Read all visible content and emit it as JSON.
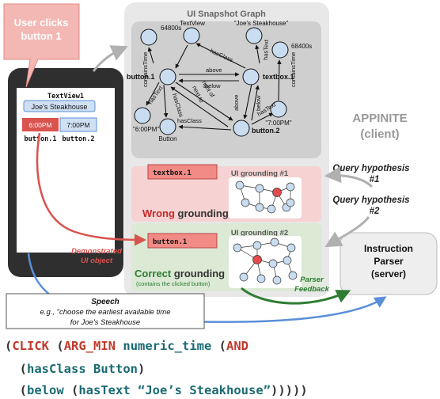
{
  "callout": {
    "line1": "User clicks",
    "line2": "button 1"
  },
  "phone": {
    "textview": "TextView1",
    "restaurant": "Joe's Steakhouse",
    "btn1": "6:00PM",
    "btn2": "7:00PM",
    "label1": "button.1",
    "label2": "button.2"
  },
  "graph": {
    "title": "UI Snapshot Graph",
    "nodes": {
      "n64800": "64800s",
      "textview": "TextView",
      "joes": "\"Joe's Steakhouse\"",
      "n68400": "68400s",
      "button1": "button.1",
      "textbox1": "textbox.1",
      "button2": "button.2",
      "t600": "\"6:00PM\"",
      "t700": "\"7:00PM\"",
      "buttonType": "Button"
    },
    "edges": {
      "containsTime1": "containsTime",
      "containsTime2": "containsTime",
      "hasClass1": "hasClass",
      "hasText1": "hasText",
      "above1": "above",
      "below1": "below",
      "hasText2": "hasText",
      "hasClass2": "hasClass",
      "rightOf": "right of",
      "nextTo": "next to",
      "hasClass3": "hasClass",
      "above2": "above",
      "below2": "below",
      "hasText3": "hasText"
    }
  },
  "appinite": {
    "line1": "APPINITE",
    "line2": "(client)"
  },
  "grounding1": {
    "title": "UI grounding #1",
    "element": "textbox.1",
    "verdict_word": "Wrong",
    "verdict_rest": " grounding"
  },
  "grounding2": {
    "title": "UI grounding #2",
    "element": "button.1",
    "verdict_word": "Correct",
    "verdict_rest": " grounding",
    "note": "(contains the clicked button)"
  },
  "query1": {
    "line1": "Query hypothesis",
    "line2": "#1"
  },
  "query2": {
    "line1": "Query hypothesis",
    "line2": "#2"
  },
  "parser": {
    "line1": "Instruction",
    "line2": "Parser",
    "line3": "(server)"
  },
  "demonstrated": {
    "line1": "Demonstrated",
    "line2": "UI object"
  },
  "feedback": {
    "line1": "Parser",
    "line2": "Feedback"
  },
  "speech": {
    "title": "Speech",
    "line1": "e.g., \"choose the earliest available time",
    "line2": "for Joe's Steakhouse"
  },
  "query": {
    "l1_open": "(",
    "l1_click": "CLICK",
    "l1_sp": " (",
    "l1_argmin": "ARG_MIN",
    "l1_sp2": " ",
    "l1_numeric": "numeric_time",
    "l1_sp3": " (",
    "l1_and": "AND",
    "l2_open": "  (",
    "l2_hasclass": "hasClass",
    "l2_sp": " ",
    "l2_button": "Button",
    "l2_close": ")",
    "l3_open": "  (",
    "l3_below": "below",
    "l3_sp": " (",
    "l3_hastext": "hasText",
    "l3_sp2": " ",
    "l3_str": "“Joe’s Steakhouse”",
    "l3_close": ")))))"
  },
  "colors": {
    "accent_red": "#d9534f",
    "accent_blue": "#5b8fd9",
    "accent_green": "#2e7d32",
    "wrong_bg": "#f7d3d3",
    "correct_bg": "#dcebd6",
    "node_fill": "#c9dcf0"
  }
}
